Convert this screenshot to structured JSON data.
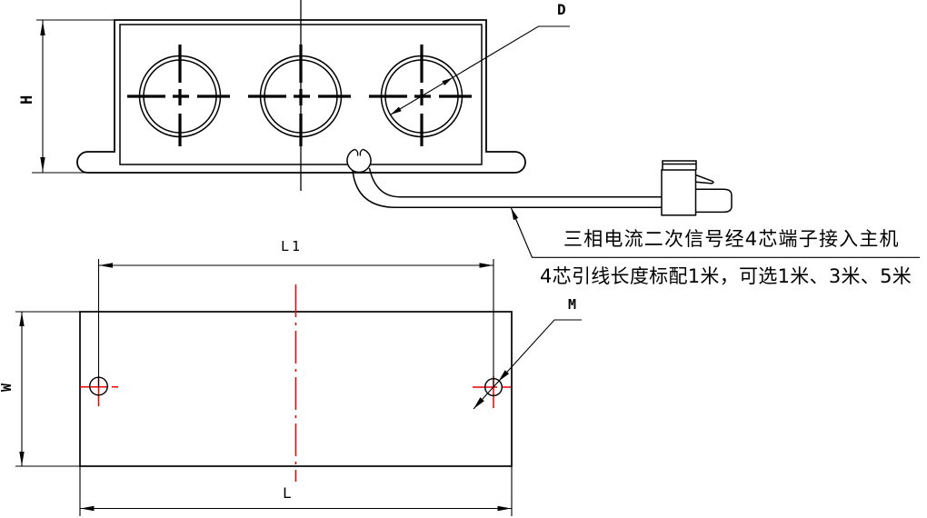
{
  "colors": {
    "line": "#000000",
    "centerline_red": "#ee0000",
    "background": "#ffffff"
  },
  "top_view": {
    "height_label": "H",
    "hole_diameter_label": "D",
    "hole_count": 3
  },
  "bottom_view": {
    "hole_pitch_label": "L1",
    "overall_length_label": "L",
    "width_label": "W",
    "mounting_hole_label": "M"
  },
  "notes": {
    "line1": "三相电流二次信号经4芯端子接入主机",
    "line2": "4芯引线长度标配1米，可选1米、3米、5米"
  }
}
